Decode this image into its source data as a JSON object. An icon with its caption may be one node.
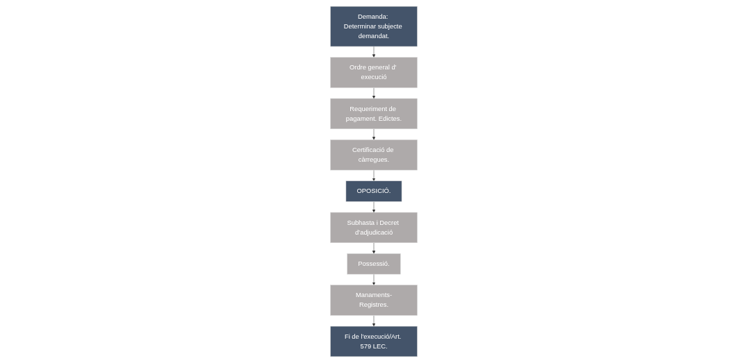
{
  "diagram": {
    "nodes": [
      {
        "text": [
          "Demanda: Determinar subjecte demandat."
        ]
      },
      {
        "text": [
          "Ordre general d' execució"
        ]
      },
      {
        "text": [
          "Requeriment de pagament. Edictes."
        ]
      },
      {
        "text": [
          "Certificació de càrregues."
        ]
      },
      {
        "text": [
          "OPOSICIÓ."
        ]
      },
      {
        "text": [
          "Subhasta i Decret d’adjudicació"
        ]
      },
      {
        "text": [
          "Possessió."
        ]
      },
      {
        "text": [
          "Manaments-Registres."
        ]
      },
      {
        "text": [
          "Fi de l'execució/Art. 579 LEC."
        ]
      }
    ],
    "edges": [
      {
        "from": 0,
        "to": 1,
        "arrow": "to"
      },
      {
        "from": 1,
        "to": 2,
        "arrow": "to"
      },
      {
        "from": 2,
        "to": 3,
        "arrow": "to"
      },
      {
        "from": 3,
        "to": 4,
        "arrow": "to"
      },
      {
        "from": 4,
        "to": 5,
        "arrow": "to"
      },
      {
        "from": 5,
        "to": 6,
        "arrow": "to"
      },
      {
        "from": 6,
        "to": 7,
        "arrow": "to"
      },
      {
        "from": 7,
        "to": 8,
        "arrow": "to"
      }
    ]
  }
}
